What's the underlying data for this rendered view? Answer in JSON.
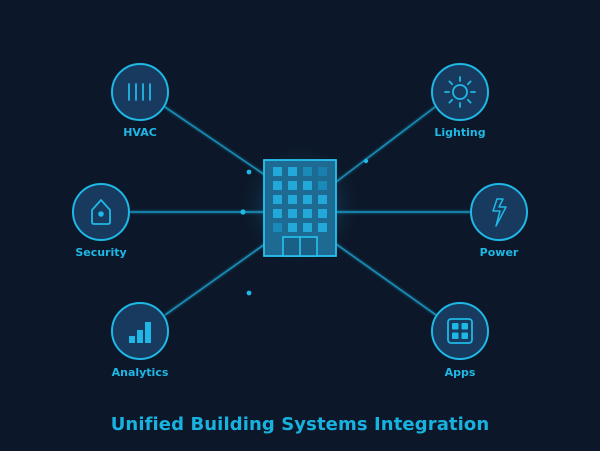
{
  "diagram": {
    "title": "Unified Building Systems Integration",
    "hub": {
      "icon": "office-building-icon"
    },
    "nodes": [
      {
        "id": "hvac",
        "label": "HVAC",
        "icon": "hvac-vents-icon"
      },
      {
        "id": "security",
        "label": "Security",
        "icon": "security-shield-icon"
      },
      {
        "id": "analytics",
        "label": "Analytics",
        "icon": "bar-chart-icon"
      },
      {
        "id": "lighting",
        "label": "Lighting",
        "icon": "sun-icon"
      },
      {
        "id": "power",
        "label": "Power",
        "icon": "lightning-bolt-icon"
      },
      {
        "id": "apps",
        "label": "Apps",
        "icon": "app-grid-icon"
      }
    ]
  },
  "colors": {
    "background": "#0c1829",
    "accent": "#1fb8e6",
    "node_fill": "#183a5e",
    "hub_fill": "#1d6a93",
    "window": "#22a9d8"
  }
}
